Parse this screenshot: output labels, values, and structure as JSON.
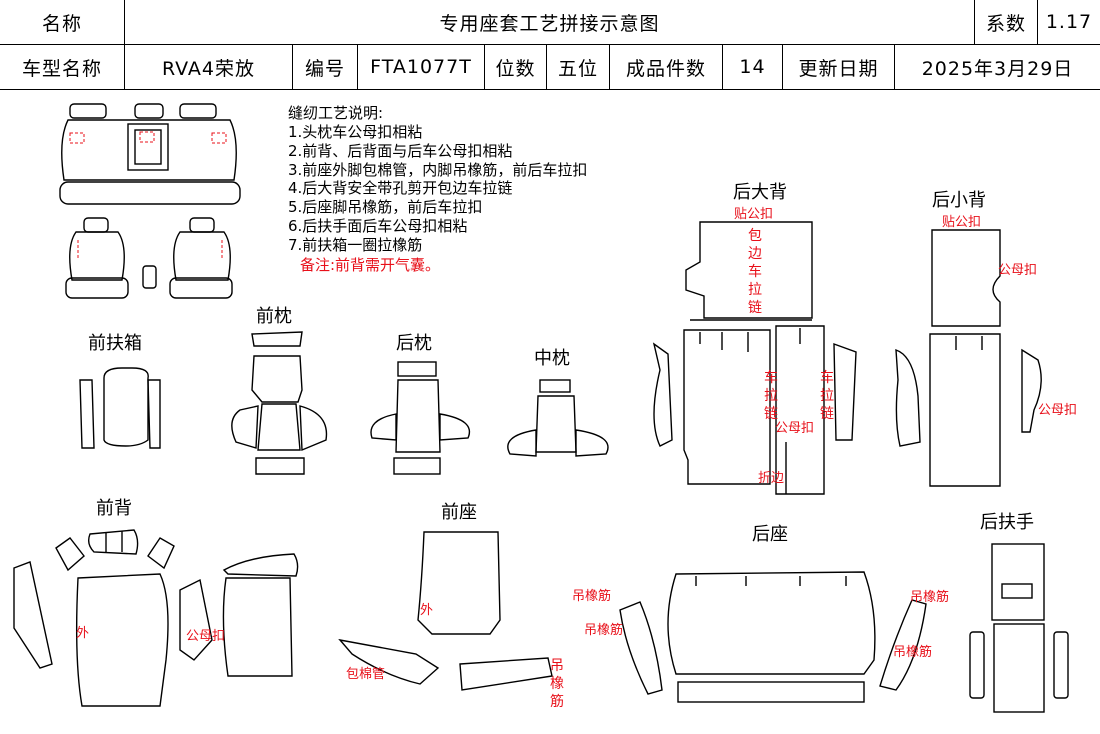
{
  "header": {
    "name_label": "名称",
    "title": "专用座套工艺拼接示意图",
    "coef_label": "系数",
    "coef_value": "1.17",
    "model_label": "车型名称",
    "model_value": "RVA4荣放",
    "code_label": "编号",
    "code_value": "FTA1077T",
    "seats_label": "位数",
    "seats_value": "五位",
    "pieces_label": "成品件数",
    "pieces_value": "14",
    "date_label": "更新日期",
    "date_value": "2025年3月29日"
  },
  "notes": {
    "heading": "缝纫工艺说明:",
    "items": [
      "1.头枕车公母扣相粘",
      "2.前背、后背面与后车公母扣相粘",
      "3.前座外脚包棉管，内脚吊橡筋，前后车拉扣",
      "4.后大背安全带孔剪开包边车拉链",
      "5.后座脚吊橡筋，前后车拉扣",
      "6.后扶手面后车公母扣相粘",
      "7.前扶箱一圈拉橡筋"
    ],
    "remark": "备注:前背需开气囊。"
  },
  "sections": {
    "front_armbox": "前扶箱",
    "front_pillow": "前枕",
    "rear_pillow": "后枕",
    "mid_pillow": "中枕",
    "rear_big_back": "后大背",
    "rear_small_back": "后小背",
    "front_back": "前背",
    "front_seat": "前座",
    "rear_seat": "后座",
    "rear_armrest": "后扶手"
  },
  "annotations": {
    "velcro_stick": "贴公扣",
    "binding_zipper": "包边车拉链",
    "velcro": "公母扣",
    "zipper": "车拉链",
    "binding": "折边",
    "outer": "外",
    "foam_tube": "包棉管",
    "hanging_elastic": "吊橡筋"
  },
  "colors": {
    "annotation": "#e8101a",
    "line": "#000000"
  }
}
